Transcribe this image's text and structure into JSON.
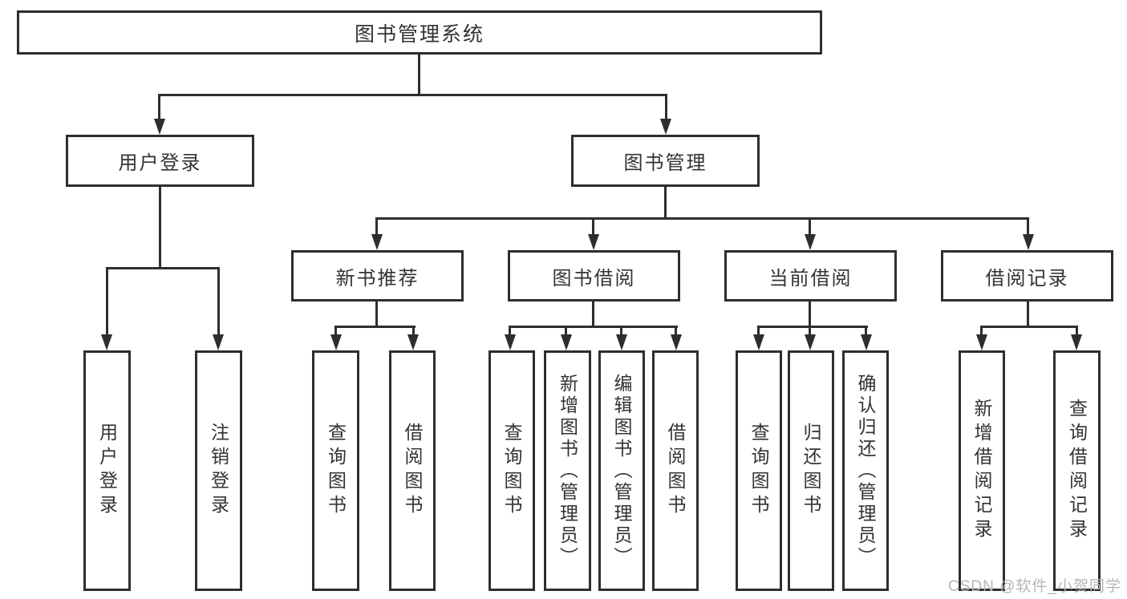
{
  "tree": {
    "root": {
      "label": "图书管理系统"
    },
    "branches": [
      {
        "label": "用户登录",
        "children": [
          {
            "label": "用户登录"
          },
          {
            "label": "注销登录"
          }
        ]
      },
      {
        "label": "图书管理",
        "children": [
          {
            "label": "新书推荐",
            "children": [
              {
                "label": "查询图书"
              },
              {
                "label": "借阅图书"
              }
            ]
          },
          {
            "label": "图书借阅",
            "children": [
              {
                "label": "查询图书"
              },
              {
                "label": "新增图书（管理员）"
              },
              {
                "label": "编辑图书（管理员）"
              },
              {
                "label": "借阅图书"
              }
            ]
          },
          {
            "label": "当前借阅",
            "children": [
              {
                "label": "查询图书"
              },
              {
                "label": "归还图书"
              },
              {
                "label": "确认归还（管理员）"
              }
            ]
          },
          {
            "label": "借阅记录",
            "children": [
              {
                "label": "新增借阅记录"
              },
              {
                "label": "查询借阅记录"
              }
            ]
          }
        ]
      }
    ]
  },
  "watermark": {
    "text": "CSDN @软件_小贺同学"
  },
  "colors": {
    "line": "#2e2e2e",
    "text": "#333333",
    "background": "#ffffff",
    "watermark": "#b5b5b5"
  }
}
